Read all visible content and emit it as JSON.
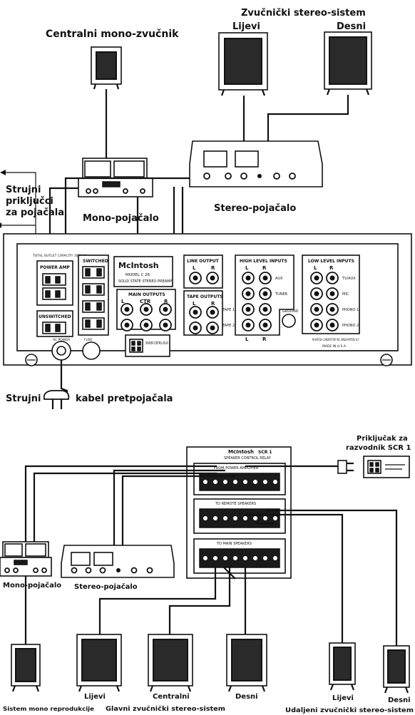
{
  "top": {
    "speaker_system_title": "Zvučnički stereo-sistem",
    "left_label": "Lijevi",
    "right_label": "Desni",
    "center_speaker_label": "Centralni mono-zvučnik",
    "power_sockets_label_1": "Strujni",
    "power_sockets_label_2": "priključci",
    "power_sockets_label_3": "za pojačala",
    "mono_amp_label": "Mono-pojačalo",
    "stereo_amp_label": "Stereo-pojačalo",
    "power_cable_label_1": "Strujni",
    "power_cable_label_2": "kabel pretpojačala"
  },
  "panel": {
    "brand": "McIntosh",
    "model": "MODEL C 26",
    "model_sub": "SOLID STATE STEREO PREAMP",
    "power_amp": "POWER AMP",
    "switched": "SWITCHED",
    "unswitched": "UNSWITCHED",
    "main_outputs": "MAIN OUTPUTS",
    "line_output": "LINE OUTPUT",
    "tape_outputs": "TAPE OUTPUTS",
    "high_level_inputs": "HIGH LEVEL INPUTS",
    "low_level_inputs": "LOW LEVEL INPUTS",
    "speaker_control_relay": "SPEAKER CONTROL RELAY",
    "ground": "GROUND",
    "ch_left": "L",
    "ch_ctr": "CTR",
    "ch_right": "R",
    "high_aux": "AUX",
    "high_tuner": "TUNER",
    "high_tape1": "TAPE 1",
    "high_tape2": "TAPE 2",
    "low_tv_aux": "TV/AUX",
    "low_mic": "MIC",
    "low_phono1": "PHONO 1",
    "low_phono2": "PHONO 2",
    "low_note": "McINTOSH LABORATORY INC. BINGHAMTON, N.Y.",
    "made_in": "MADE IN U.S.A."
  },
  "bottom": {
    "scr_connector_label_1": "Priključak za",
    "scr_connector_label_2": "razvodnik SCR 1",
    "scr_brand": "McIntosh",
    "scr_model": "SCR 1",
    "scr_title": "SPEAKER CONTROL RELAY",
    "scr_section_1": "FROM POWER AMPLIFIER",
    "scr_section_2": "TO REMOTE SPEAKERS",
    "scr_section_3": "TO MAIN SPEAKERS",
    "mono_amp_label": "Mono-pojačalo",
    "stereo_amp_label": "Stereo-pojačalo",
    "spk_left": "Lijevi",
    "spk_center": "Centralni",
    "spk_right": "Desni",
    "spk_remote_left": "Lijevi",
    "spk_remote_right": "Desni",
    "caption_mono": "Sistem mono reprodukcije",
    "caption_main": "Glavni zvučnički stereo-sistem",
    "caption_remote": "Udaljeni zvučnički stereo-sistem"
  }
}
